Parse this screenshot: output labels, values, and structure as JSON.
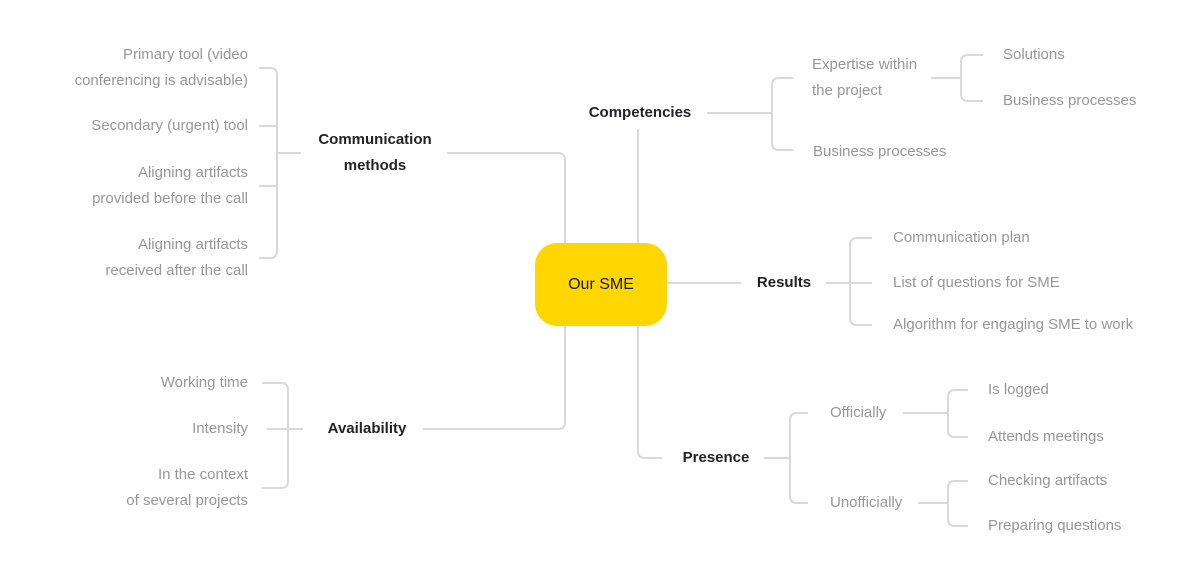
{
  "root": {
    "label": "Our SME"
  },
  "colors": {
    "root_fill": "#FFD600",
    "connector": "#D9D9D9",
    "leaf_text": "#979797",
    "branch_text": "#222326",
    "background": "#FFFFFF"
  },
  "branches": [
    {
      "label": "Communication\nmethods",
      "children": [
        "Primary tool (video\nconferencing is advisable)",
        "Secondary (urgent) tool",
        "Aligning artifacts\nprovided before the call",
        "Aligning artifacts\nreceived after the call"
      ]
    },
    {
      "label": "Availability",
      "children": [
        "Working time",
        "Intensity",
        "In the context\nof several projects"
      ]
    },
    {
      "label": "Competencies",
      "children": [
        {
          "label": "Expertise within\nthe project",
          "children": [
            "Solutions",
            "Business processes"
          ]
        },
        {
          "label": "Business processes"
        }
      ]
    },
    {
      "label": "Results",
      "children": [
        "Communication plan",
        "List of questions for SME",
        "Algorithm for engaging SME to work"
      ]
    },
    {
      "label": "Presence",
      "children": [
        {
          "label": "Officially",
          "children": [
            "Is logged",
            "Attends meetings"
          ]
        },
        {
          "label": "Unofficially",
          "children": [
            "Checking artifacts",
            "Preparing questions"
          ]
        }
      ]
    }
  ]
}
